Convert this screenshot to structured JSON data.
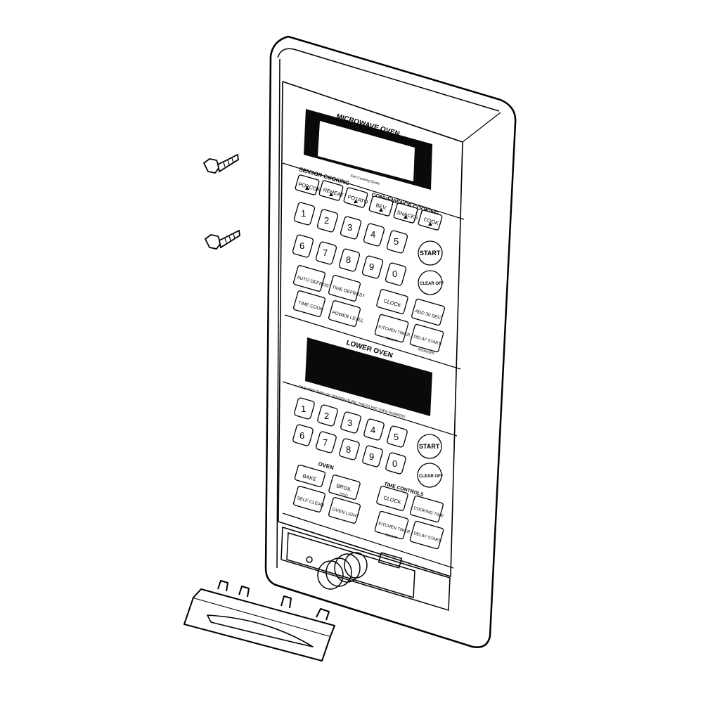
{
  "microwave": {
    "title": "MICROWAVE OVEN",
    "sensor_heading": "SENSOR COOKING",
    "sensor_subtext": "See Cooking Guide",
    "convenience_heading": "CONVENIENCE COOKING",
    "keys": {
      "popcorn": "POPCORN",
      "reheat": "REHEAT",
      "potato": "POTATO",
      "bev": "BEV.",
      "snacks": "SNACKS",
      "cook": "COOK",
      "start": "START",
      "clear_off": "CLEAR OFF",
      "auto_defrost": "AUTO DEFROST",
      "time_defrost": "TIME DEFROST",
      "time_cook": "TIME COOK",
      "power_level": "POWER LEVEL",
      "clock": "CLOCK",
      "add_30_sec": "ADD 30 SEC",
      "kitchen_timer": "KITCHEN TIMER",
      "delay_start": "DELAY START",
      "kitchen_timer_sub": "ON/OFF",
      "delay_start_sub": "REMINDER"
    },
    "numbers": [
      "1",
      "2",
      "3",
      "4",
      "5",
      "6",
      "7",
      "8",
      "9",
      "0"
    ]
  },
  "lower_oven": {
    "title": "LOWER OVEN",
    "instruction_text": "TO ENTER TIME OR TEMPERATURE, PRESS PAD THEN NUMBERS",
    "numbers": [
      "1",
      "2",
      "3",
      "4",
      "5",
      "6",
      "7",
      "8",
      "9",
      "0"
    ],
    "oven_heading": "OVEN",
    "time_controls_heading": "TIME CONTROLS",
    "keys": {
      "start": "START",
      "clear_off": "CLEAR OFF",
      "bake": "BAKE",
      "broil": "BROIL",
      "broil_sub": "HI/LO",
      "self_clean": "SELF CLEAN",
      "oven_light": "OVEN LIGHT",
      "clock": "CLOCK",
      "cooking_time": "COOKING TIME",
      "kitchen_timer": "KITCHEN TIMER",
      "kitchen_timer_sub": "ON/OFF",
      "delay_start": "DELAY START"
    }
  },
  "colors": {
    "line": "#000000",
    "panel": "#ffffff",
    "display": "#0a0a0a"
  }
}
